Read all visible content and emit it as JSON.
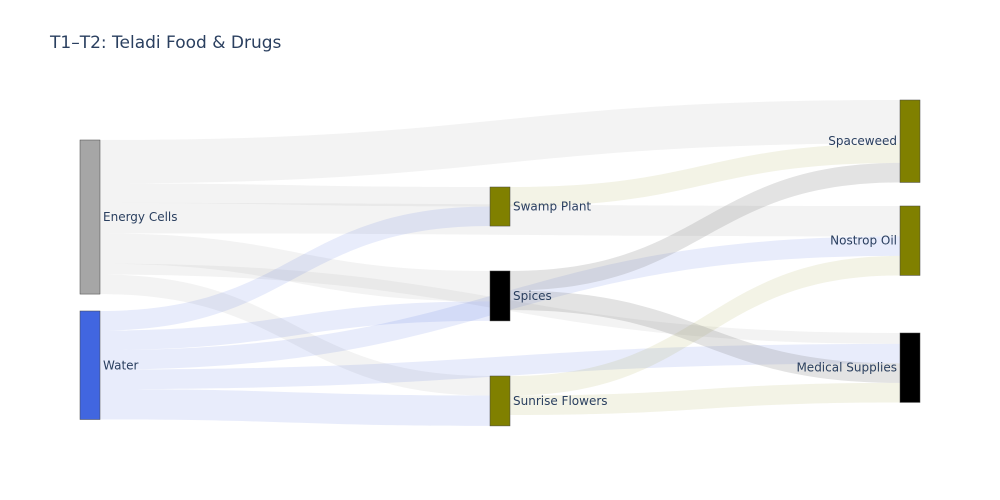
{
  "chart_data": {
    "type": "sankey",
    "title": "T1–T2: Teladi Food & Drugs",
    "nodes": [
      {
        "id": "energy",
        "label": "Energy Cells",
        "column": 0,
        "color": "#a6a6a6"
      },
      {
        "id": "water",
        "label": "Water",
        "column": 0,
        "color": "#4166e0"
      },
      {
        "id": "swamp",
        "label": "Swamp Plant",
        "column": 1,
        "color": "#808000"
      },
      {
        "id": "spices",
        "label": "Spices",
        "column": 1,
        "color": "#000000"
      },
      {
        "id": "sunrise",
        "label": "Sunrise Flowers",
        "column": 1,
        "color": "#808000"
      },
      {
        "id": "spaceweed",
        "label": "Spaceweed",
        "column": 2,
        "color": "#808000"
      },
      {
        "id": "nostrop",
        "label": "Nostrop Oil",
        "column": 2,
        "color": "#808000"
      },
      {
        "id": "medical",
        "label": "Medical Supplies",
        "column": 2,
        "color": "#000000"
      }
    ],
    "links": [
      {
        "source": "energy",
        "target": "spaceweed",
        "value": 20,
        "color": "rgba(200,200,200,0.22)"
      },
      {
        "source": "energy",
        "target": "swamp",
        "value": 9,
        "color": "rgba(200,200,200,0.22)"
      },
      {
        "source": "energy",
        "target": "nostrop",
        "value": 14,
        "color": "rgba(200,200,200,0.22)"
      },
      {
        "source": "energy",
        "target": "spices",
        "value": 14,
        "color": "rgba(200,200,200,0.22)"
      },
      {
        "source": "energy",
        "target": "medical",
        "value": 5,
        "color": "rgba(200,200,200,0.22)"
      },
      {
        "source": "energy",
        "target": "sunrise",
        "value": 9,
        "color": "rgba(200,200,200,0.22)"
      },
      {
        "source": "water",
        "target": "swamp",
        "value": 9,
        "color": "rgba(65,102,224,0.12)"
      },
      {
        "source": "water",
        "target": "spices",
        "value": 9,
        "color": "rgba(65,102,224,0.12)"
      },
      {
        "source": "water",
        "target": "nostrop",
        "value": 9,
        "color": "rgba(65,102,224,0.12)"
      },
      {
        "source": "water",
        "target": "medical",
        "value": 9,
        "color": "rgba(65,102,224,0.12)"
      },
      {
        "source": "water",
        "target": "sunrise",
        "value": 14,
        "color": "rgba(65,102,224,0.12)"
      },
      {
        "source": "swamp",
        "target": "spaceweed",
        "value": 9,
        "color": "rgba(160,160,50,0.12)"
      },
      {
        "source": "spices",
        "target": "spaceweed",
        "value": 9,
        "color": "rgba(128,128,128,0.22)"
      },
      {
        "source": "sunrise",
        "target": "nostrop",
        "value": 9,
        "color": "rgba(160,160,50,0.12)"
      },
      {
        "source": "spices",
        "target": "medical",
        "value": 9,
        "color": "rgba(128,128,128,0.22)"
      },
      {
        "source": "sunrise",
        "target": "medical",
        "value": 9,
        "color": "rgba(160,160,50,0.12)"
      }
    ]
  }
}
